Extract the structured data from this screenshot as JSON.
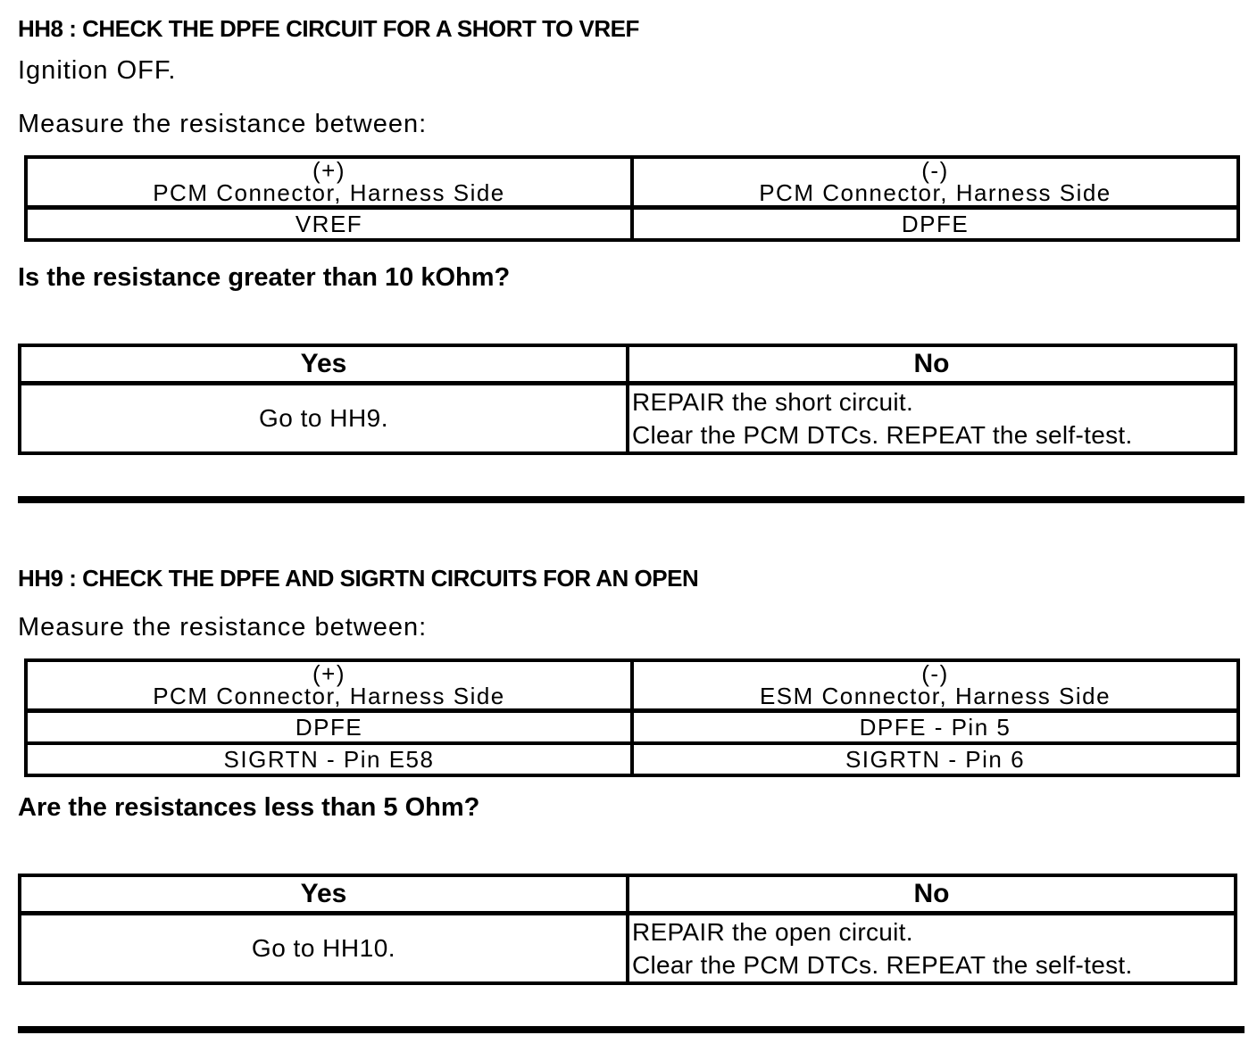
{
  "colors": {
    "text": "#000000",
    "background": "#ffffff",
    "table_border": "#000000"
  },
  "sections": [
    {
      "heading": "HH8 : CHECK THE DPFE CIRCUIT FOR A SHORT TO VREF",
      "ignition_note": "Ignition OFF.",
      "measure_label": "Measure the resistance between:",
      "measure_table": {
        "columns": [
          {
            "sign": "(+)",
            "connector": "PCM Connector, Harness Side"
          },
          {
            "sign": "(-)",
            "connector": "PCM Connector, Harness Side"
          }
        ],
        "rows": [
          {
            "positive": "VREF",
            "negative": "DPFE"
          }
        ]
      },
      "question": "Is the resistance greater than 10 kOhm?",
      "decision": {
        "yes_header": "Yes",
        "no_header": "No",
        "yes_action": "Go to HH9.",
        "no_action_lines": [
          "REPAIR the short circuit.",
          "Clear the PCM DTCs. REPEAT the self-test."
        ]
      }
    },
    {
      "heading": "HH9 : CHECK THE DPFE AND SIGRTN CIRCUITS FOR AN OPEN",
      "measure_label": "Measure the resistance between:",
      "measure_table": {
        "columns": [
          {
            "sign": "(+)",
            "connector": "PCM Connector, Harness Side"
          },
          {
            "sign": "(-)",
            "connector": "ESM Connector, Harness Side"
          }
        ],
        "rows": [
          {
            "positive": "DPFE",
            "negative": "DPFE - Pin 5"
          },
          {
            "positive": "SIGRTN - Pin E58",
            "negative": "SIGRTN - Pin 6"
          }
        ]
      },
      "question": "Are the resistances less than 5 Ohm?",
      "decision": {
        "yes_header": "Yes",
        "no_header": "No",
        "yes_action": "Go to HH10.",
        "no_action_lines": [
          "REPAIR the open circuit.",
          "Clear the PCM DTCs. REPEAT the self-test."
        ]
      }
    }
  ]
}
